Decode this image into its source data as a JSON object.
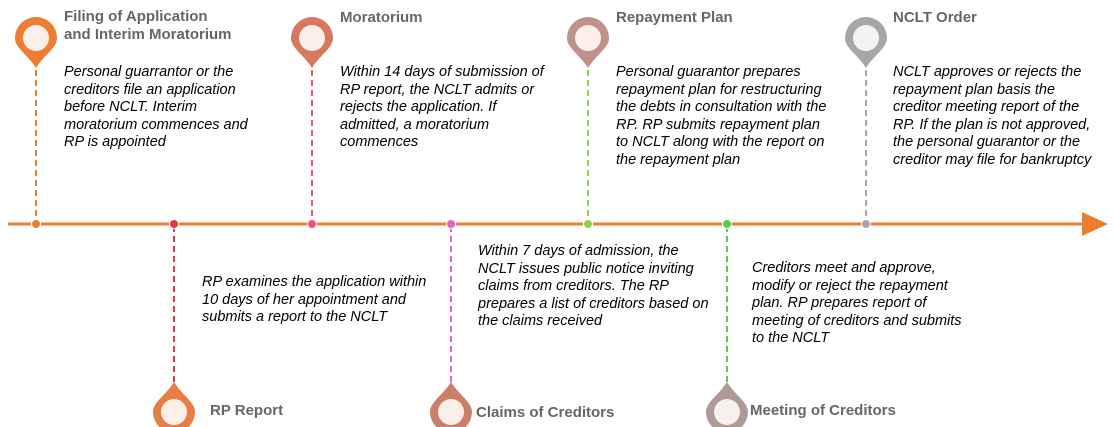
{
  "timeline": {
    "above": [
      {
        "title": "Filing of Application\nand Interim Moratorium",
        "description": "Personal guarrantor or the creditors file an application before NCLT. Interim moratorium commences and RP is appointed",
        "color": "#ED7D31"
      },
      {
        "title": "Moratorium",
        "description": "Within 14 days of submission of RP report, the NCLT admits or rejects the application. If admitted, a moratorium commences",
        "color": "#D8795F"
      },
      {
        "title": "Repayment Plan",
        "description": "Personal guarantor prepares repayment plan for restructuring the debts in consultation with the RP. RP submits repayment plan to NCLT along with the report on the repayment plan",
        "color": "#C0908A"
      },
      {
        "title": "NCLT Order",
        "description": "NCLT approves or rejects the repayment plan basis the creditor meeting report of the RP. If the plan is not approved, the personal guarantor or the creditor may file for bankruptcy",
        "color": "#A6A6A6"
      }
    ],
    "below": [
      {
        "title": "RP Report",
        "description": "RP examines the application within 10 days of her appointment and submits a report to the NCLT",
        "color": "#E67E45"
      },
      {
        "title": "Claims of Creditors",
        "description": "Within 7 days of admission, the NCLT issues public notice inviting claims from creditors. The RP prepares a list of creditors based on the claims received",
        "color": "#C97F68"
      },
      {
        "title": "Meeting of Creditors",
        "description": "Creditors meet and approve, modify or reject the repayment plan. RP prepares report of meeting of creditors and submits to the NCLT",
        "color": "#B09A96"
      }
    ],
    "connector_colors": {
      "filing": "#ED7D31",
      "rp_report": "#E6344A",
      "moratorium": "#F0507A",
      "claims": "#E066C8",
      "repayment": "#92D050",
      "meeting": "#5CCB4A",
      "nclt": "#A6A6A6"
    },
    "axis_color": "#ED7D31"
  }
}
